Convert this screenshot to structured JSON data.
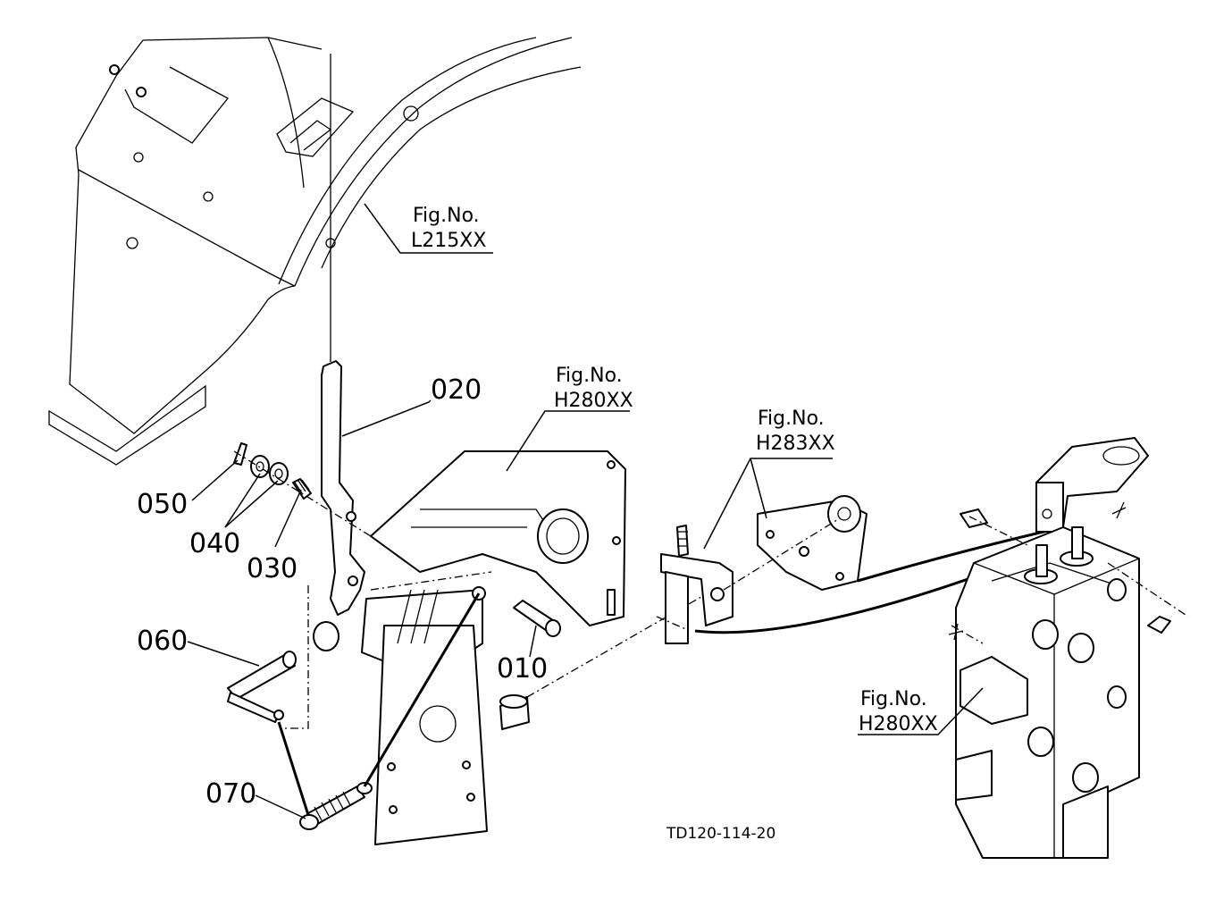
{
  "parts": {
    "p010": "010",
    "p020": "020",
    "p030": "030",
    "p040": "040",
    "p050": "050",
    "p060": "060",
    "p070": "070"
  },
  "figure_refs": [
    {
      "line1": "Fig.No.",
      "line2": "L215XX"
    },
    {
      "line1": "Fig.No.",
      "line2": "H280XX"
    },
    {
      "line1": "Fig.No.",
      "line2": "H283XX"
    },
    {
      "line1": "Fig.No.",
      "line2": "H280XX"
    }
  ],
  "drawing_code": "TD120-114-20"
}
